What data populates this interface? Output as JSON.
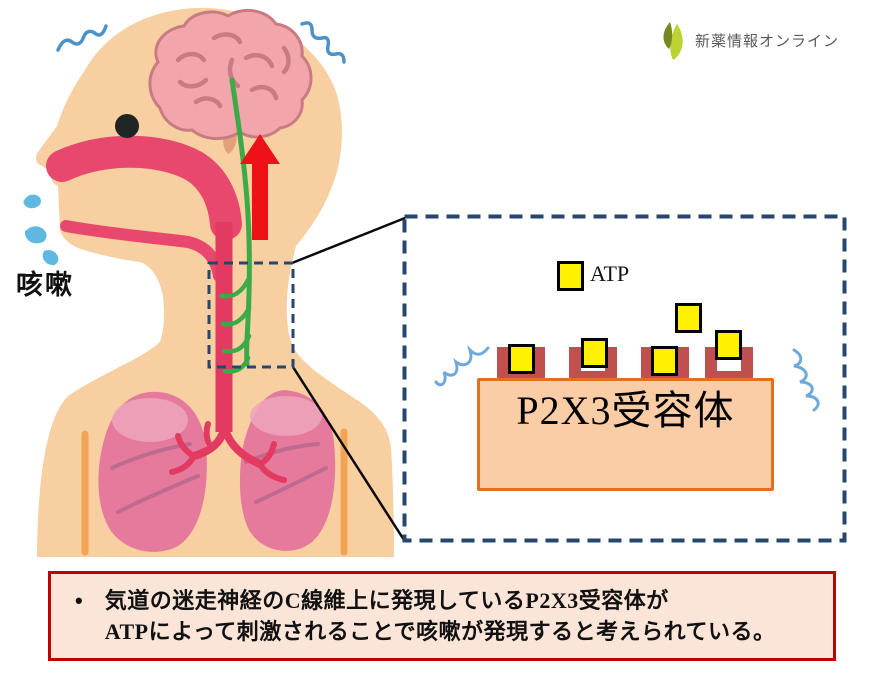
{
  "logo": {
    "text": "新薬情報オンライン",
    "icon": "leaf-icon",
    "icon_color_dark": "#76891f",
    "icon_color_light": "#bdd333",
    "text_color": "#595959"
  },
  "illustration": {
    "cough_label": "咳嗽",
    "elements": [
      "head-profile",
      "brain",
      "vagus-nerve",
      "signal-arrow-up",
      "airway",
      "trachea",
      "lungs",
      "cough-droplets",
      "distress-squiggles"
    ],
    "skin_color": "#f8cfa0",
    "brain_color": "#f2a5ab",
    "airway_color": "#e8486e",
    "nerve_color": "#3baa47",
    "arrow_color": "#ee1118",
    "lung_color": "#e57a9d",
    "droplet_color": "#5fb8e0"
  },
  "inset": {
    "border_color": "#26466d",
    "legend_label": "ATP",
    "membrane_label": "P2X3受容体",
    "membrane_fill": "#facda6",
    "membrane_border": "#e3701e",
    "receptor_color": "#c0504d",
    "atp_color": "#fff100",
    "receptor_count": 4,
    "atp_count": 6,
    "ripple_color": "#6fa8dc"
  },
  "footnote": {
    "bullet": "•",
    "line1": "気道の迷走神経のC線維上に発現しているP2X3受容体が",
    "line2": "ATPによって刺激されることで咳嗽が発現すると考えられている。",
    "border_color": "#c00000",
    "fill_color": "#fbe5d8"
  }
}
